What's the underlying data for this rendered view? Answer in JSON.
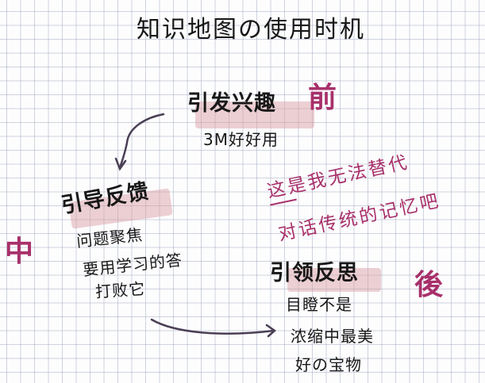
{
  "title": "知识地图の使用时机",
  "colors": {
    "ink": "#181818",
    "accent": "#a8306a",
    "highlight": "#d696a0",
    "grid": "#96a0b9",
    "paper": "#fdfdfe",
    "arrow": "#4a3f55"
  },
  "stages": {
    "before": {
      "label": "前",
      "heading": "引发兴趣",
      "lines": [
        "3M好好用"
      ]
    },
    "during": {
      "label": "中",
      "heading": "引导反馈",
      "lines": [
        "问题聚焦",
        "要用学习的答",
        "打败它"
      ]
    },
    "after": {
      "label": "後",
      "heading": "引领反思",
      "lines": [
        "目瞪不是",
        "浓缩中最美",
        "好の宝物"
      ]
    }
  },
  "note": {
    "lines": [
      "这是我无法替代",
      "对话传统的记忆吧"
    ]
  },
  "arrows": [
    {
      "from": "before",
      "to": "during"
    },
    {
      "from": "during",
      "to": "after"
    }
  ]
}
